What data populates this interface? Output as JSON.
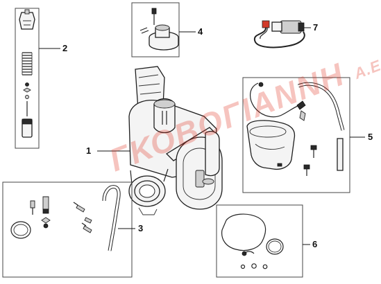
{
  "callouts": [
    {
      "id": "1",
      "label": "1"
    },
    {
      "id": "2",
      "label": "2"
    },
    {
      "id": "3",
      "label": "3"
    },
    {
      "id": "4",
      "label": "4"
    },
    {
      "id": "5",
      "label": "5"
    },
    {
      "id": "6",
      "label": "6"
    },
    {
      "id": "7",
      "label": "7"
    }
  ],
  "watermark": {
    "text": "ΓΚΟΒΟΓΙΑΝΝΗ",
    "suffix": "Α.Ε."
  },
  "colors": {
    "watermark": "#e0301e",
    "line": "#222222",
    "frame": "#444444"
  }
}
